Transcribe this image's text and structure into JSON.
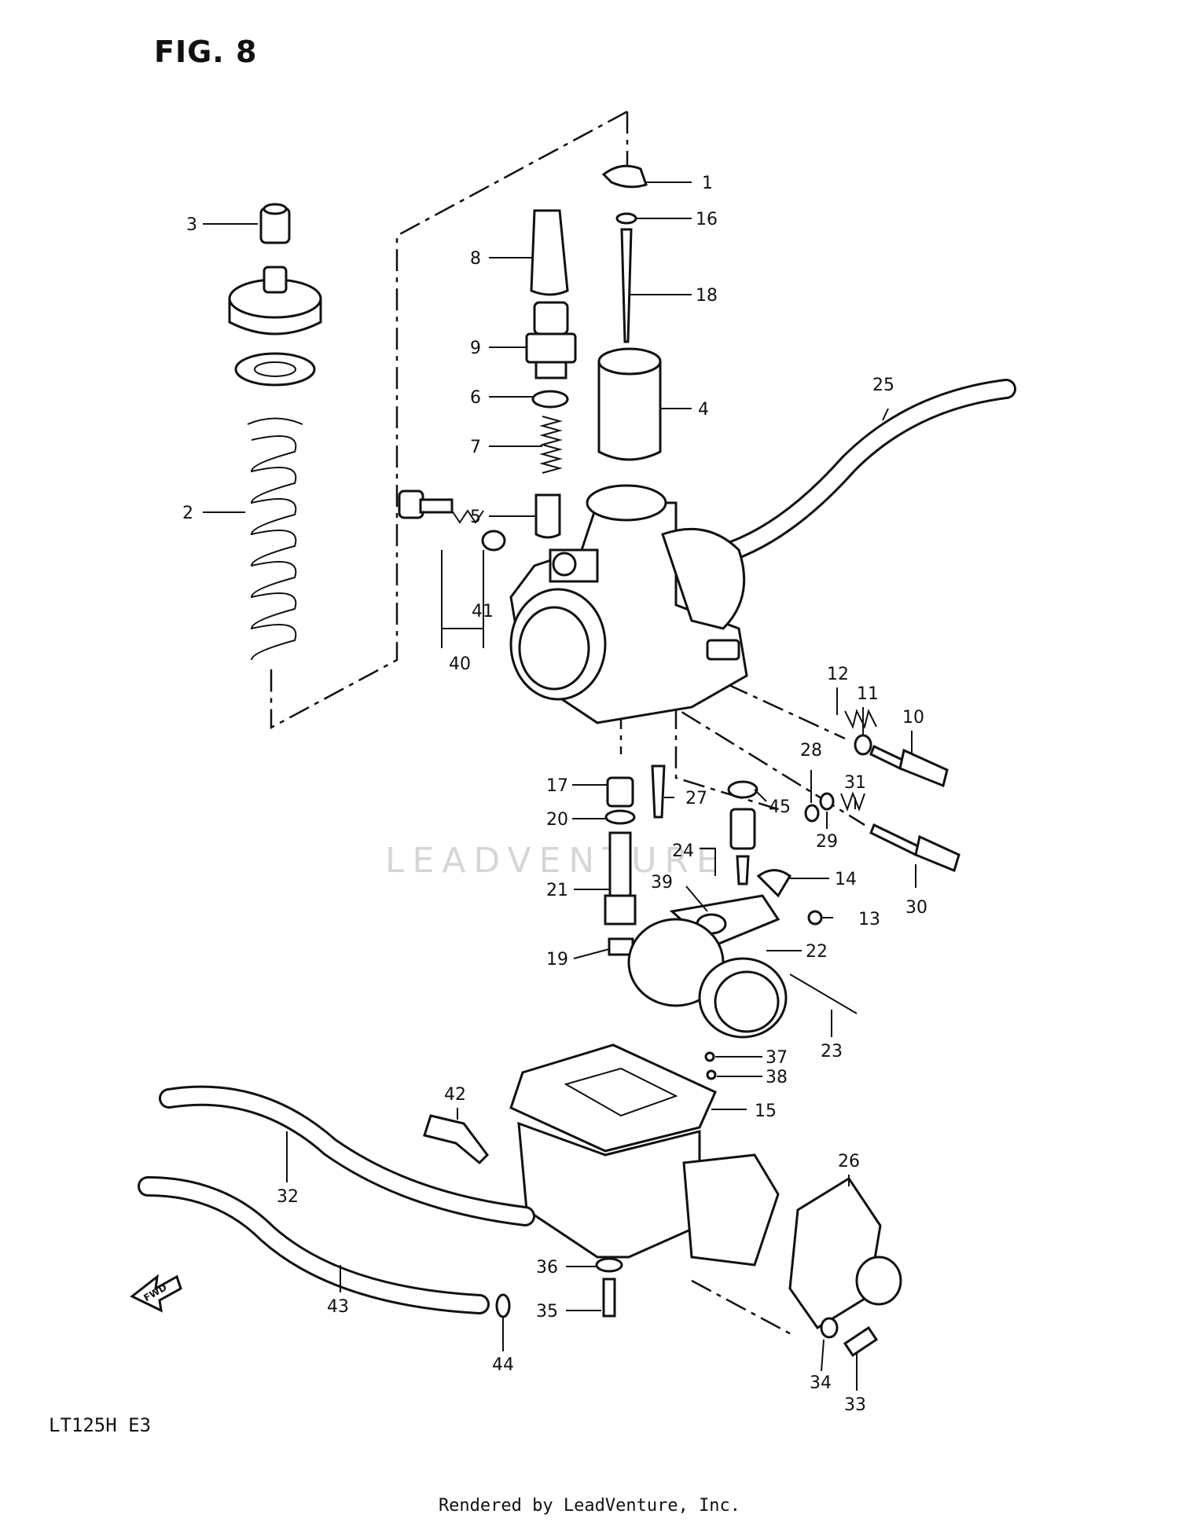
{
  "figure": {
    "title": "FIG. 8",
    "model": "LT125H  E3",
    "credit": "Rendered by LeadVenture, Inc.",
    "watermark": "LEADVENTURE"
  },
  "callouts": [
    {
      "id": "1",
      "label": "1"
    },
    {
      "id": "2",
      "label": "2"
    },
    {
      "id": "3",
      "label": "3"
    },
    {
      "id": "4",
      "label": "4"
    },
    {
      "id": "5",
      "label": "5"
    },
    {
      "id": "6",
      "label": "6"
    },
    {
      "id": "7",
      "label": "7"
    },
    {
      "id": "8",
      "label": "8"
    },
    {
      "id": "9",
      "label": "9"
    },
    {
      "id": "10",
      "label": "10"
    },
    {
      "id": "11",
      "label": "11"
    },
    {
      "id": "12",
      "label": "12"
    },
    {
      "id": "13",
      "label": "13"
    },
    {
      "id": "14",
      "label": "14"
    },
    {
      "id": "15",
      "label": "15"
    },
    {
      "id": "16",
      "label": "16"
    },
    {
      "id": "17",
      "label": "17"
    },
    {
      "id": "18",
      "label": "18"
    },
    {
      "id": "19",
      "label": "19"
    },
    {
      "id": "20",
      "label": "20"
    },
    {
      "id": "21",
      "label": "21"
    },
    {
      "id": "22",
      "label": "22"
    },
    {
      "id": "23",
      "label": "23"
    },
    {
      "id": "24",
      "label": "24"
    },
    {
      "id": "25",
      "label": "25"
    },
    {
      "id": "26",
      "label": "26"
    },
    {
      "id": "27",
      "label": "27"
    },
    {
      "id": "28",
      "label": "28"
    },
    {
      "id": "29",
      "label": "29"
    },
    {
      "id": "30",
      "label": "30"
    },
    {
      "id": "31",
      "label": "31"
    },
    {
      "id": "32",
      "label": "32"
    },
    {
      "id": "33",
      "label": "33"
    },
    {
      "id": "34",
      "label": "34"
    },
    {
      "id": "35",
      "label": "35"
    },
    {
      "id": "36",
      "label": "36"
    },
    {
      "id": "37",
      "label": "37"
    },
    {
      "id": "38",
      "label": "38"
    },
    {
      "id": "39",
      "label": "39"
    },
    {
      "id": "40",
      "label": "40"
    },
    {
      "id": "41",
      "label": "41"
    },
    {
      "id": "42",
      "label": "42"
    },
    {
      "id": "43",
      "label": "43"
    },
    {
      "id": "44",
      "label": "44"
    },
    {
      "id": "45",
      "label": "45"
    }
  ],
  "icons": {
    "fwd": "forward-arrow-icon",
    "fwd_text": "FWD"
  }
}
